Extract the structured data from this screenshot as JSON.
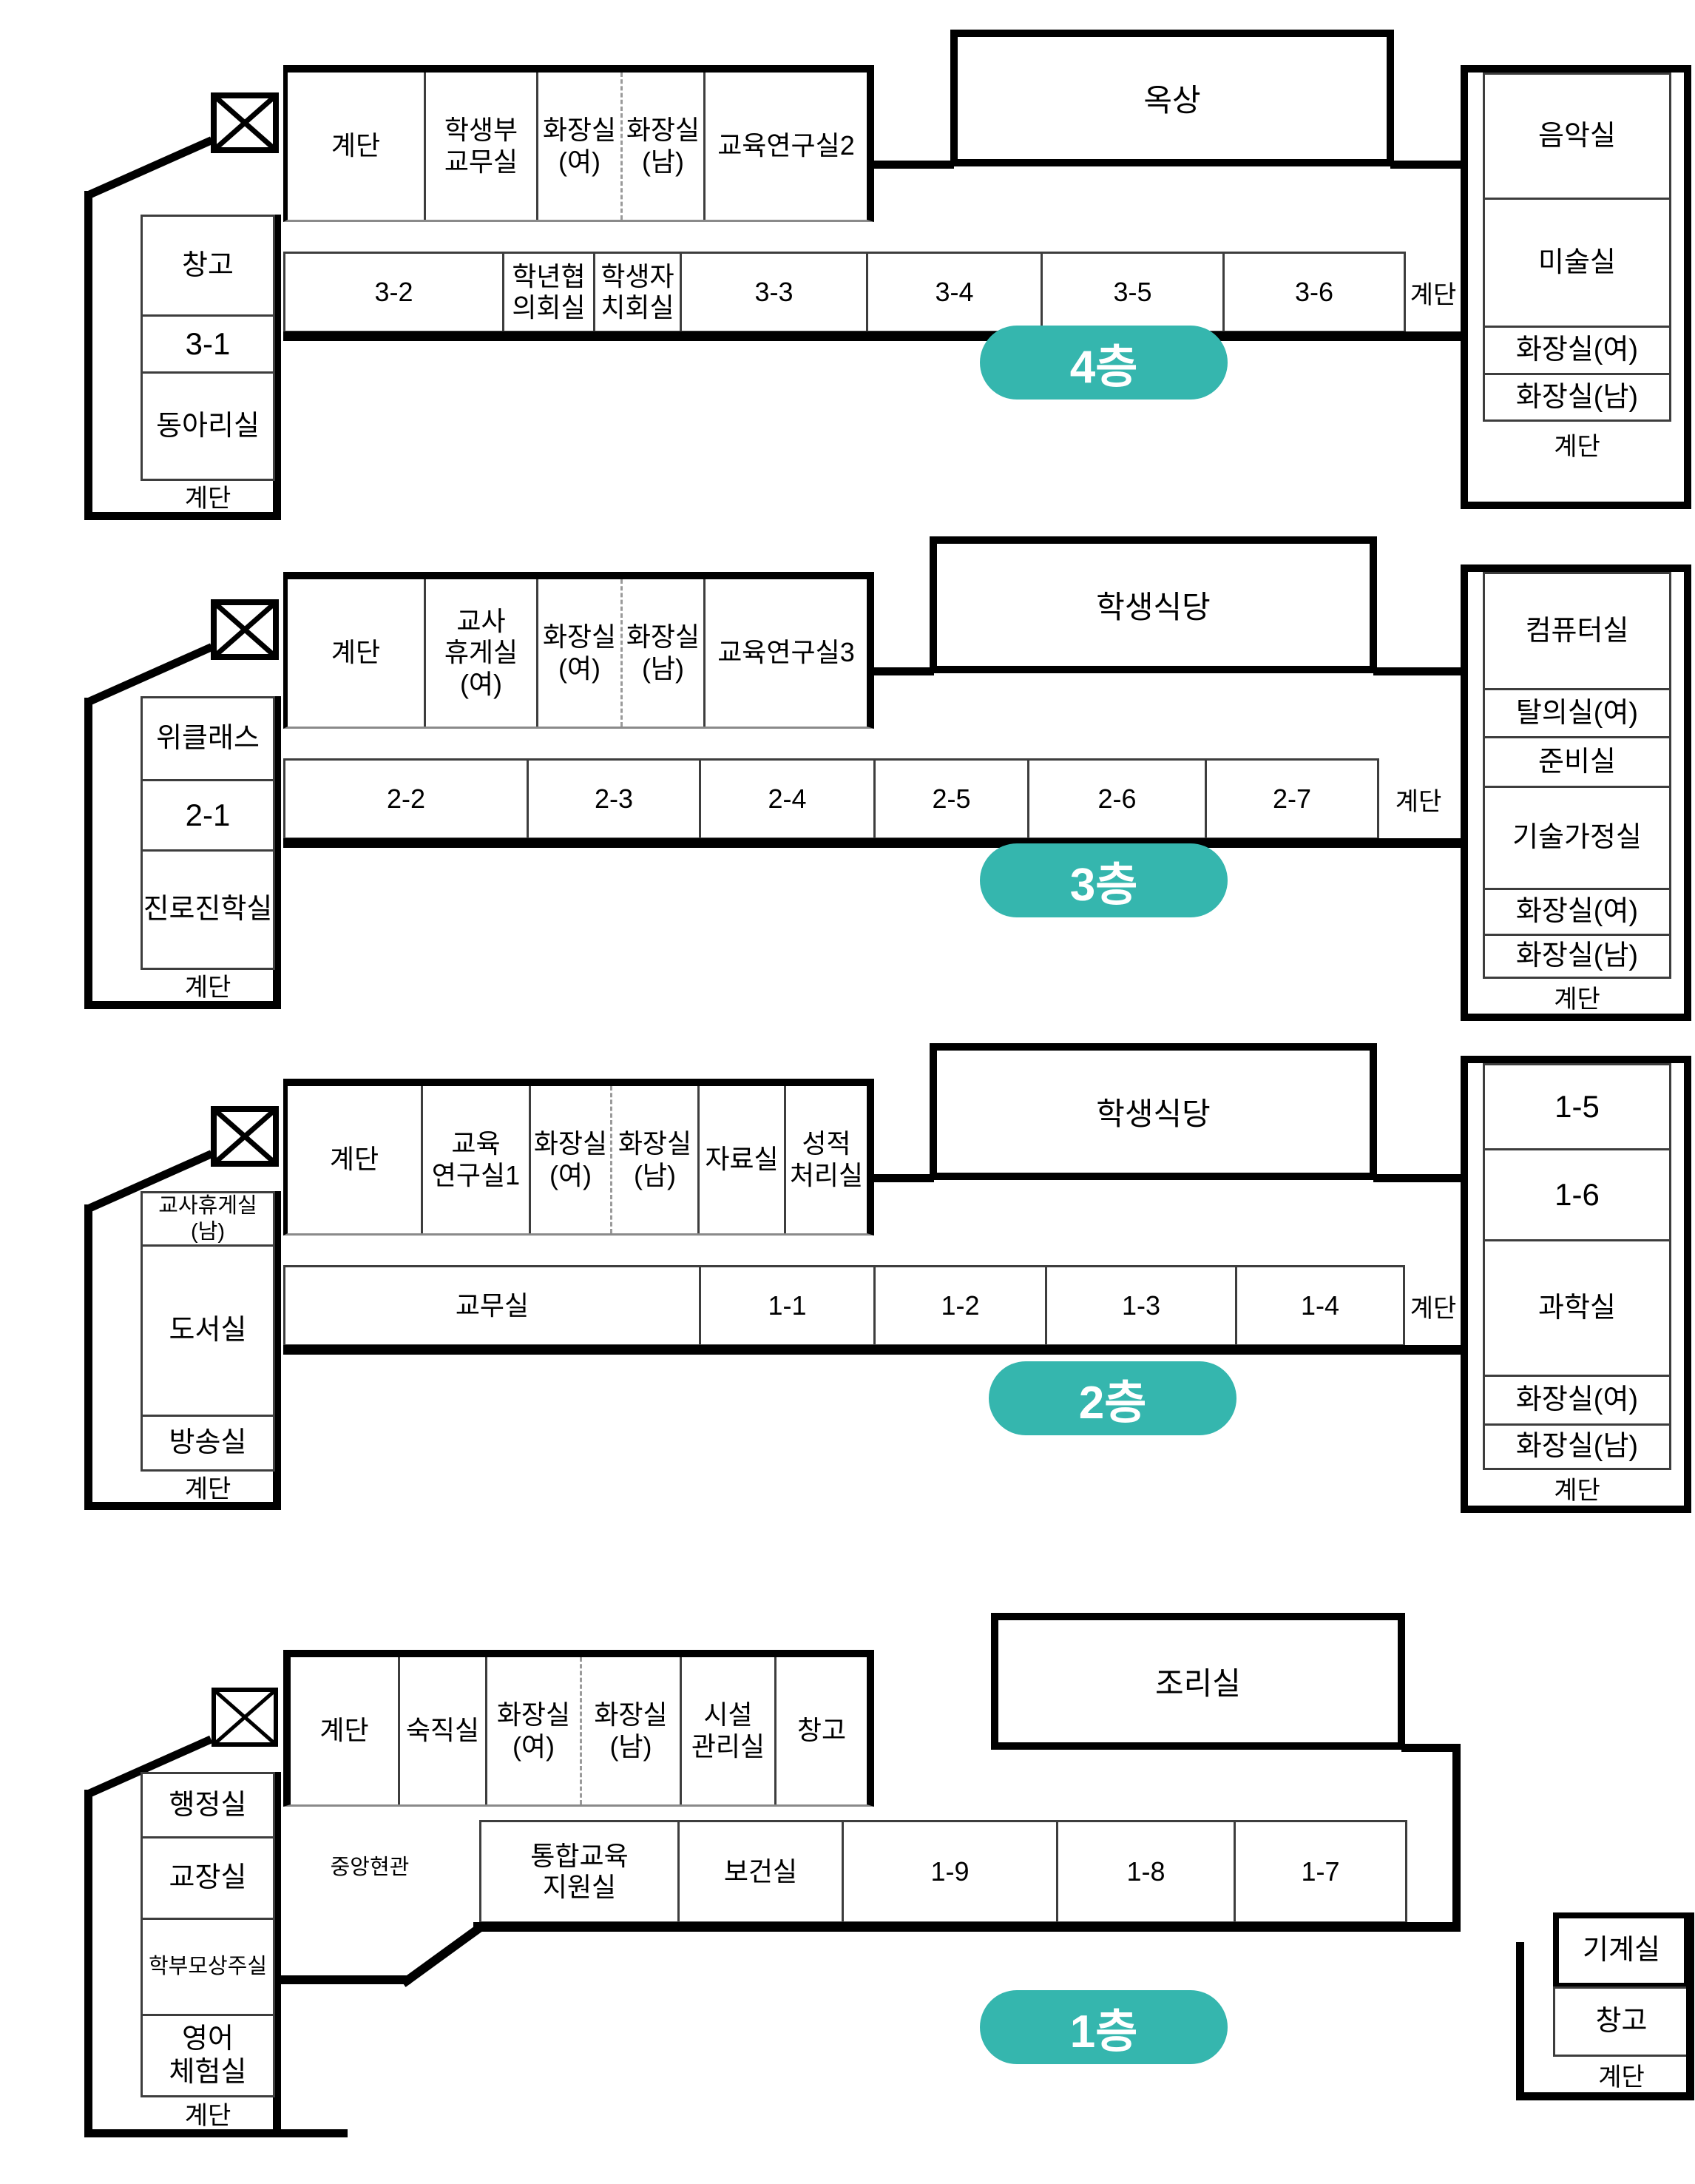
{
  "colors": {
    "accent_teal": "#35b6ae",
    "wall": "#000000"
  },
  "floors": [
    {
      "id": "4f",
      "badge": "4층",
      "big_room": "옥상",
      "top_row": [
        "계단",
        "학생부\n교무실",
        "화장실\n(여)",
        "화장실\n(남)",
        "교육연구실2"
      ],
      "mid_row": [
        "3-2",
        "학년협\n의회실",
        "학생자\n치회실",
        "3-3",
        "3-4",
        "3-5",
        "3-6"
      ],
      "mid_stair": "계단",
      "left_col": [
        "창고",
        "3-1",
        "동아리실"
      ],
      "left_stair": "계단",
      "right_col": [
        "음악실",
        "미술실",
        "화장실(여)",
        "화장실(남)"
      ],
      "right_stair": "계단"
    },
    {
      "id": "3f",
      "badge": "3층",
      "big_room": "학생식당",
      "top_row": [
        "계단",
        "교사\n휴게실\n(여)",
        "화장실\n(여)",
        "화장실\n(남)",
        "교육연구실3"
      ],
      "mid_row": [
        "2-2",
        "2-3",
        "2-4",
        "2-5",
        "2-6",
        "2-7"
      ],
      "mid_stair": "계단",
      "left_col": [
        "위클래스",
        "2-1",
        "진로진학실"
      ],
      "left_stair": "계단",
      "right_col": [
        "컴퓨터실",
        "탈의실(여)",
        "준비실",
        "기술가정실",
        "화장실(여)",
        "화장실(남)"
      ],
      "right_stair": "계단"
    },
    {
      "id": "2f",
      "badge": "2층",
      "big_room": "학생식당",
      "top_row": [
        "계단",
        "교육\n연구실1",
        "화장실\n(여)",
        "화장실\n(남)",
        "자료실",
        "성적\n처리실"
      ],
      "mid_row": [
        "교무실",
        "1-1",
        "1-2",
        "1-3",
        "1-4"
      ],
      "mid_stair": "계단",
      "left_col": [
        "교사휴게실\n(남)",
        "도서실",
        "방송실"
      ],
      "left_stair": "계단",
      "right_col": [
        "1-5",
        "1-6",
        "과학실",
        "화장실(여)",
        "화장실(남)"
      ],
      "right_stair": "계단"
    },
    {
      "id": "1f",
      "badge": "1층",
      "big_room": "조리실",
      "top_row": [
        "계단",
        "숙직실",
        "화장실\n(여)",
        "화장실\n(남)",
        "시설\n관리실",
        "창고"
      ],
      "mid_row": [
        "통합교육\n지원실",
        "보건실",
        "1-9",
        "1-8",
        "1-7"
      ],
      "left_col": [
        "행정실",
        "교장실",
        "학부모상주실",
        "영어\n체험실"
      ],
      "left_stair": "계단",
      "entrance": "중앙현관",
      "annex": [
        "기계실",
        "창고"
      ],
      "annex_stair": "계단"
    }
  ]
}
